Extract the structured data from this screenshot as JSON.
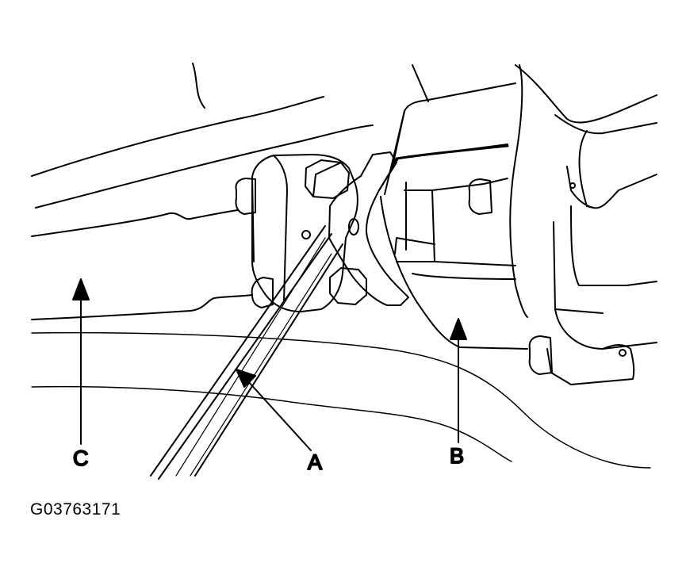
{
  "callouts": {
    "a": "A",
    "b": "B",
    "c": "C"
  },
  "figure_id": "G03763171",
  "colors": {
    "line": "#000000",
    "background": "#ffffff"
  }
}
